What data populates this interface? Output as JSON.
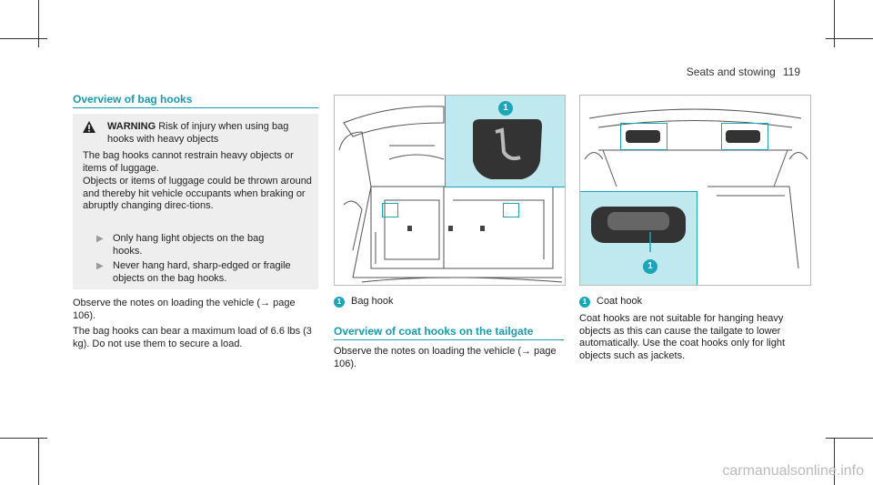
{
  "header": {
    "section": "Seats and stowing",
    "page": "119"
  },
  "left": {
    "heading": "Overview of bag hooks",
    "warning": {
      "title": "WARNING",
      "title_rest": "Risk of injury when using bag hooks with heavy objects",
      "p1": "The bag hooks cannot restrain heavy objects or items of luggage.",
      "p2": "Objects or items of luggage could be thrown around and thereby hit vehicle occupants when braking or abruptly changing direc-tions.",
      "b1": "Only hang light objects on the bag hooks.",
      "b2": "Never hang hard, sharp-edged or fragile objects on the bag hooks."
    },
    "observe": "Observe the notes on loading the vehicle (→ page 106).",
    "load": "The bag hooks can bear a maximum load of 6.6 lbs (3 kg). Do not use them to secure a load."
  },
  "middle": {
    "callout": "1",
    "caption_num": "1",
    "caption": "Bag hook",
    "heading": "Overview of coat hooks on the tailgate",
    "observe": "Observe the notes on loading the vehicle (→ page 106)."
  },
  "right": {
    "callout": "1",
    "caption_num": "1",
    "caption": "Coat hook",
    "text": "Coat hooks are not suitable for hanging heavy objects as this can cause the tailgate to lower automatically. Use the coat hooks only for light objects such as jackets."
  },
  "watermark": "carmanualsonline.info",
  "colors": {
    "accent": "#1a9bb0",
    "inset_bg": "#bfe9ee"
  }
}
